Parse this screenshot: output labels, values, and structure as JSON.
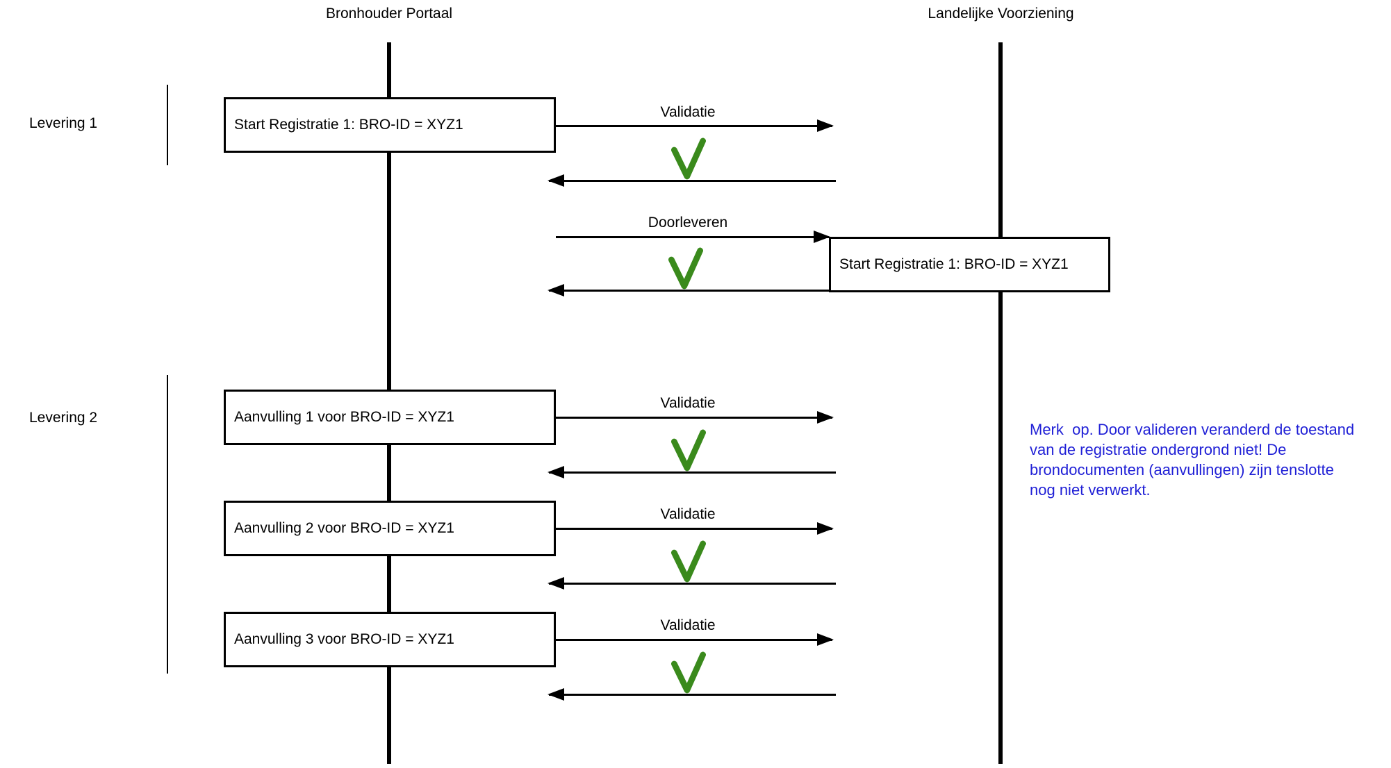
{
  "diagram": {
    "actors": {
      "bronhouder_portaal": "Bronhouder Portaal",
      "landelijke_voorziening": "Landelijke Voorziening"
    },
    "groups": {
      "levering_1": "Levering 1",
      "levering_2": "Levering 2"
    },
    "boxes": {
      "start_registratie_portaal": "Start Registratie 1: BRO-ID = XYZ1",
      "start_registratie_lv": "Start Registratie 1: BRO-ID = XYZ1",
      "aanvulling_1": "Aanvulling 1 voor BRO-ID = XYZ1",
      "aanvulling_2": "Aanvulling 2 voor BRO-ID = XYZ1",
      "aanvulling_3": "Aanvulling 3 voor BRO-ID = XYZ1"
    },
    "messages": {
      "validatie": "Validatie",
      "doorleveren": "Doorleveren"
    },
    "icons": {
      "success_check": "green-check"
    },
    "note": {
      "lines": [
        "Merk  op. Door valideren veranderd de toestand",
        "van de registratie ondergrond niet! De",
        "brondocumenten (aanvullingen) zijn tenslotte",
        "nog niet verwerkt."
      ],
      "color": "#1f1fd6"
    },
    "colors": {
      "check_green": "#3a8a1c",
      "line_black": "#000000"
    }
  }
}
